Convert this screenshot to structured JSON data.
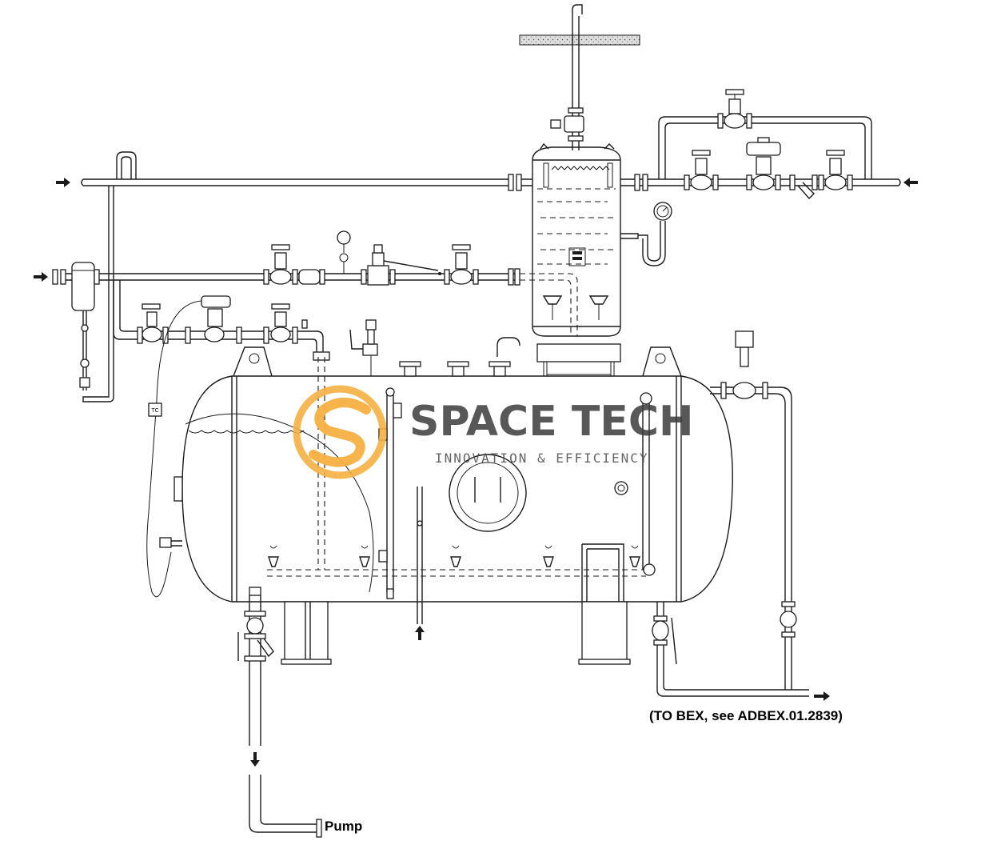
{
  "labels": {
    "to_bex": "(TO BEX, see ADBEX.01.2839)",
    "pump": "Pump",
    "tc": "TC"
  },
  "watermark": {
    "title": "SPACE TECH",
    "subtitle": "INNOVATION & EFFICIENCY",
    "logo_color": "#F5B041",
    "text_color": "#3b3b3b"
  }
}
